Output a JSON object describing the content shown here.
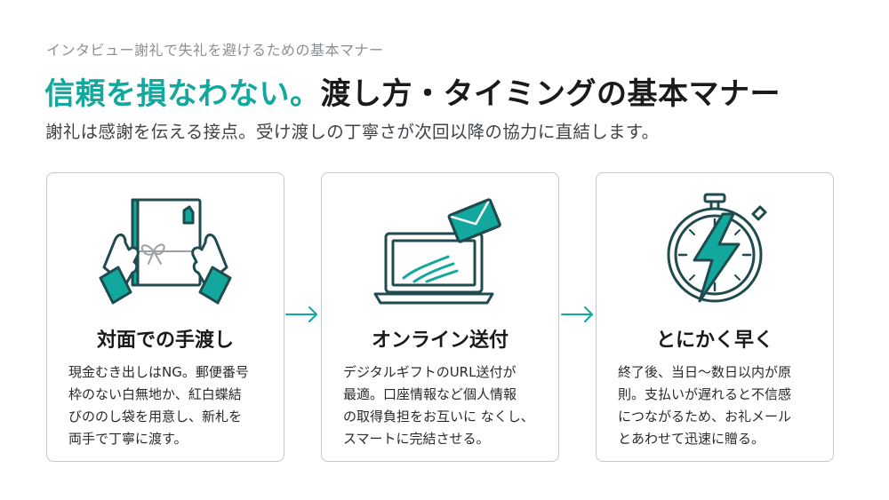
{
  "header": {
    "eyebrow": "インタビュー謝礼で失礼を避けるための基本マナー",
    "headline_accent": "信頼を損なわない。",
    "headline_rest": "渡し方・タイミングの基本マナー",
    "subline": "謝礼は感謝を伝える接点。受け渡しの丁寧さが次回以降の協力に直結します。"
  },
  "cards": [
    {
      "icon": "hands-holding-envelope-icon",
      "title": "対面での手渡し",
      "body_lines": [
        "現金むき出しはNG。郵便番号",
        "枠のない白無地か、紅白蝶結",
        "びののし袋を用意し、新札を",
        "両手で丁寧に渡す。"
      ]
    },
    {
      "icon": "laptop-sending-mail-icon",
      "title": "オンライン送付",
      "body_lines": [
        "デジタルギフトのURL送付が",
        "最適。口座情報など個人情報",
        "の取得負担をお互いに なくし、",
        "スマートに完結させる。"
      ]
    },
    {
      "icon": "stopwatch-lightning-icon",
      "title": "とにかく早く",
      "body_lines": [
        "終了後、当日〜数日以内が原",
        "則。支払いが遅れると不信感",
        "につながるため、お礼メール",
        "とあわせて迅速に贈る。"
      ]
    }
  ],
  "colors": {
    "accent": "#13a89e",
    "icon_dark": "#1f4a4e",
    "card_border": "#c4c8cb"
  }
}
